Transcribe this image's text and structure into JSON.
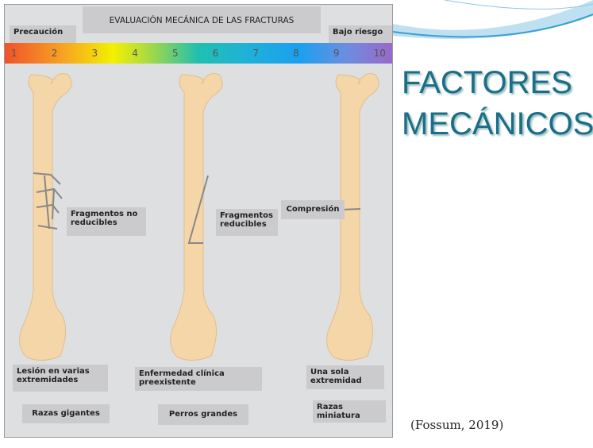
{
  "panel": {
    "header": "EVALUACIÓN MECÁNICA DE LAS FRACTURAS",
    "left_label": "Precaución",
    "right_label": "Bajo riesgo",
    "scale": [
      "1",
      "2",
      "3",
      "4",
      "5",
      "6",
      "7",
      "8",
      "9",
      "10"
    ],
    "fracture_labels": [
      "Fragmentos no reducibles",
      "Fragmentos reducibles",
      "Compresión"
    ],
    "patient_labels": [
      "Lesión en varias extremidades",
      "Enfermedad clínica preexistente",
      "Una sola extremidad"
    ],
    "breed_labels": [
      "Razas gigantes",
      "Perros grandes",
      "Razas miniatura"
    ]
  },
  "slide": {
    "title_line1": "FACTORES",
    "title_line2": "MECÁNICOS",
    "citation": "(Fossum, 2019)"
  },
  "colors": {
    "title": "#1b6e88",
    "bone": "#f5d6a8"
  }
}
